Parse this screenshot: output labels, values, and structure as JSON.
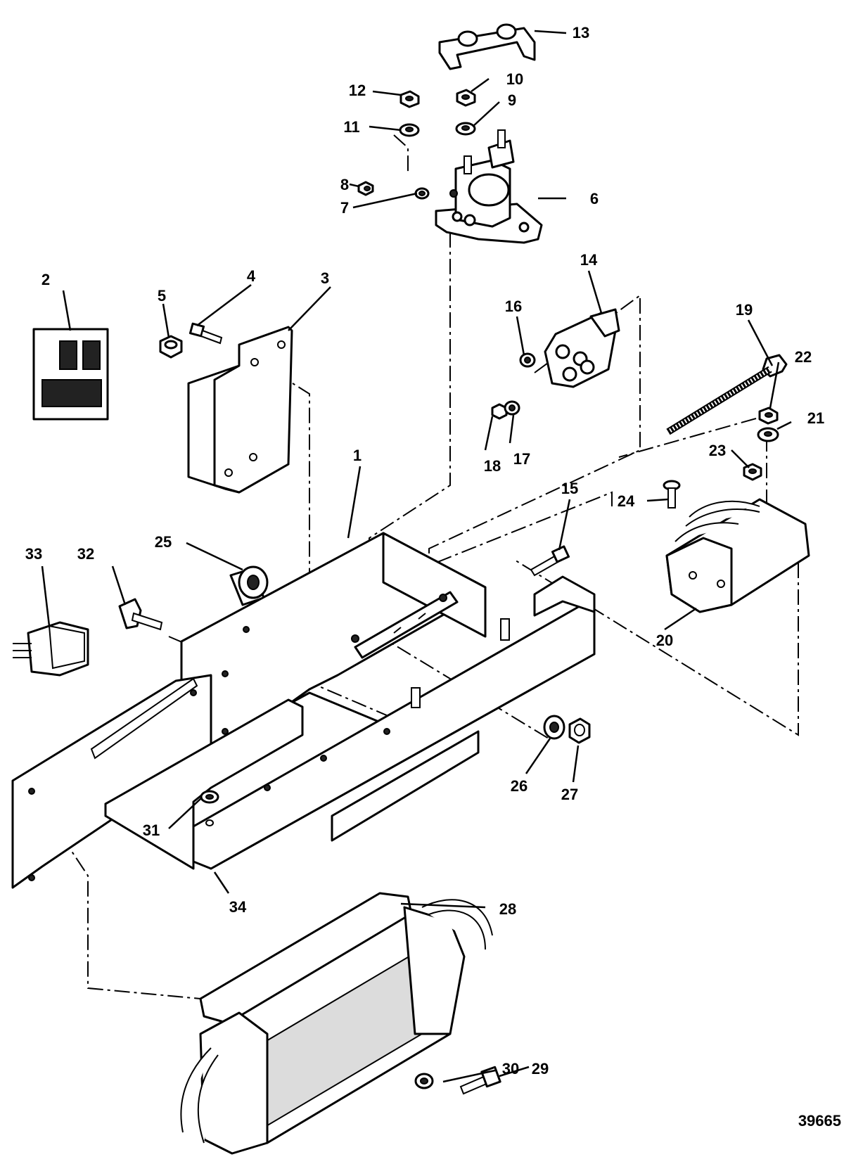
{
  "figure_number": "39665",
  "callouts": {
    "c1": "1",
    "c2": "2",
    "c3": "3",
    "c4": "4",
    "c5": "5",
    "c6": "6",
    "c7": "7",
    "c8": "8",
    "c9": "9",
    "c10": "10",
    "c11": "11",
    "c12": "12",
    "c13": "13",
    "c14": "14",
    "c15": "15",
    "c16": "16",
    "c17": "17",
    "c18": "18",
    "c19": "19",
    "c20": "20",
    "c21": "21",
    "c22": "22",
    "c23": "23",
    "c24": "24",
    "c25": "25",
    "c26": "26",
    "c27": "27",
    "c28": "28",
    "c29": "29",
    "c30": "30",
    "c31": "31",
    "c32": "32",
    "c33": "33",
    "c34": "34"
  }
}
